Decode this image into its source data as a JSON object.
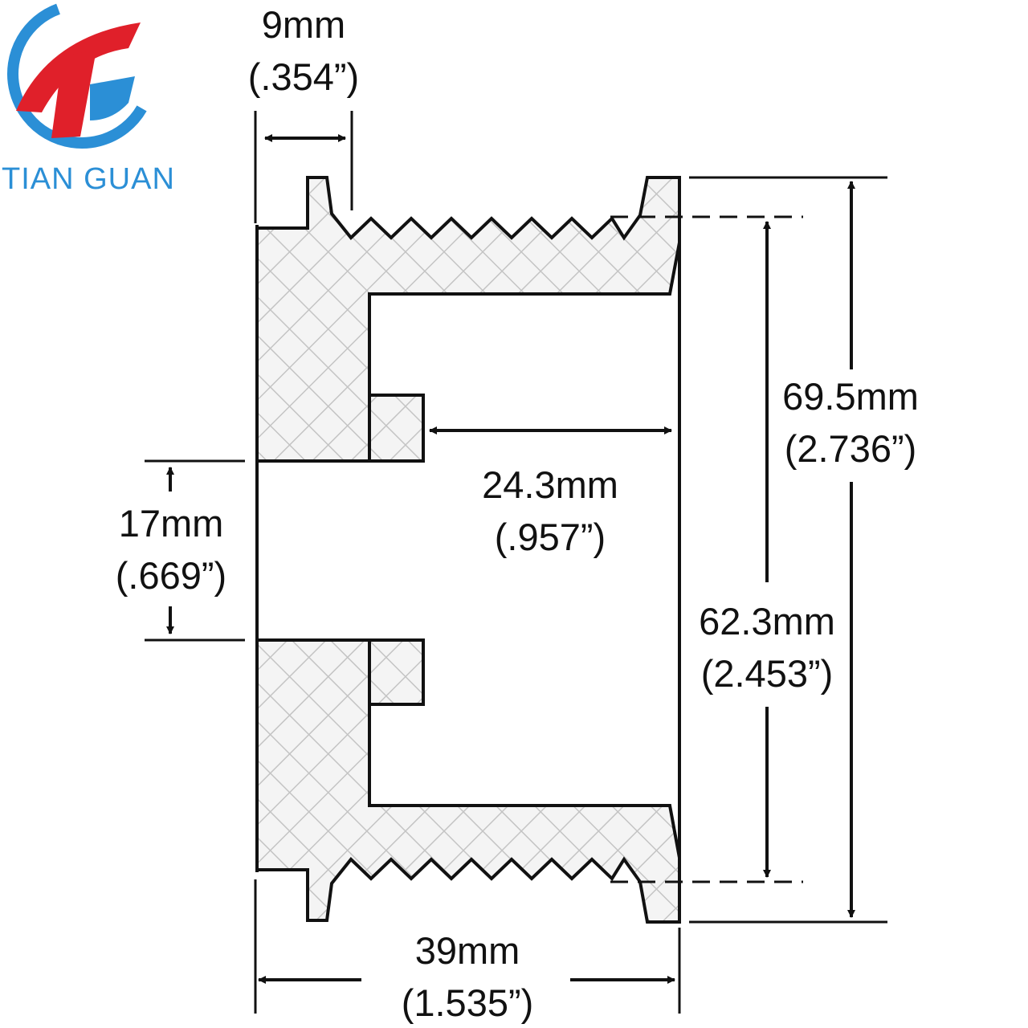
{
  "brand": {
    "name": "TIAN GUAN",
    "logo_letters": "TG",
    "colors": {
      "red": "#e0202a",
      "blue": "#2b8fd6"
    }
  },
  "dimensions": {
    "groove_width": {
      "mm": "9mm",
      "inch": "(.354”)"
    },
    "bore": {
      "mm": "17mm",
      "inch": "(.669”)"
    },
    "hub_depth": {
      "mm": "24.3mm",
      "inch": "(.957”)"
    },
    "outer_diameter": {
      "mm": "69.5mm",
      "inch": "(2.736”)"
    },
    "rib_diameter": {
      "mm": "62.3mm",
      "inch": "(2.453”)"
    },
    "overall_width": {
      "mm": "39mm",
      "inch": "(1.535”)"
    }
  },
  "colors": {
    "line": "#111111",
    "hatch": "#c8c8c8",
    "fill": "#f3f3f3"
  }
}
